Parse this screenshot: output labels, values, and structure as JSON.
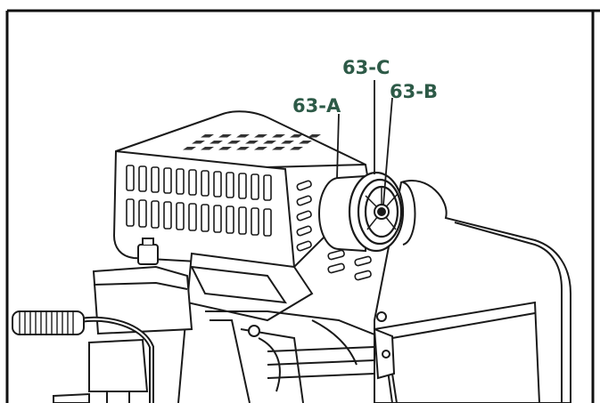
{
  "labels": {
    "a": "63-A",
    "b": "63-B",
    "c": "63-C"
  },
  "colors": {
    "label": "#2d5a47",
    "line": "#1a1a1a",
    "frame": "#111111"
  }
}
